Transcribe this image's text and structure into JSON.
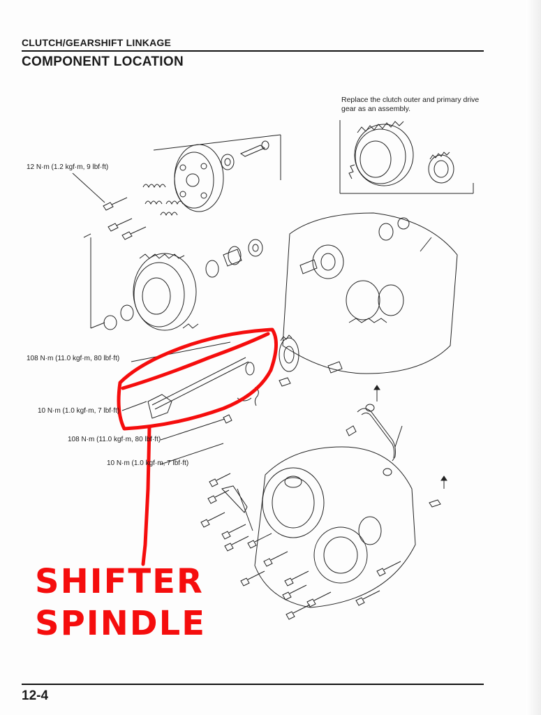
{
  "header": {
    "section": "CLUTCH/GEARSHIFT LINKAGE",
    "title": "COMPONENT LOCATION"
  },
  "note": "Replace the clutch outer and primary drive gear as an assembly.",
  "torque_labels": [
    "12 N·m (1.2 kgf·m, 9 lbf·ft)",
    "108 N·m (11.0 kgf·m, 80 lbf·ft)",
    "10 N·m (1.0 kgf·m, 7 lbf·ft)",
    "108 N·m (11.0 kgf·m, 80 lbf·ft)",
    "10 N·m (1.0 kgf·m, 7 lbf·ft)"
  ],
  "annotation": {
    "line1": "SHIFTER",
    "line2": "SPINDLE",
    "color": "#f50d0d"
  },
  "footer": {
    "page_number": "12-4"
  }
}
